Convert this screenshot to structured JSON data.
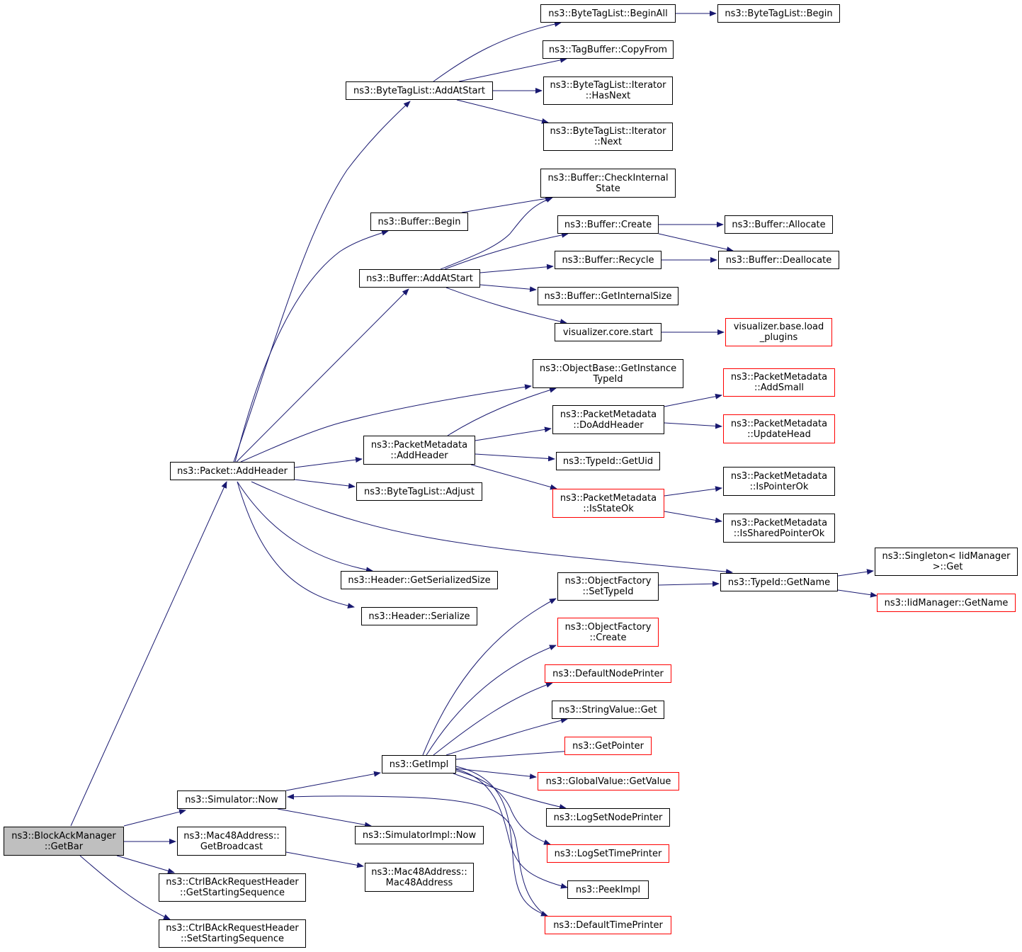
{
  "colors": {
    "edge": "#191970",
    "border": "#000000",
    "border_incomplete": "#ff0000",
    "current_fill": "#bfbfbf"
  },
  "nodes": {
    "n1": {
      "label": "ns3::BlockAckManager\n::GetBar"
    },
    "n2": {
      "label": "ns3::Packet::AddHeader"
    },
    "n3": {
      "label": "ns3::Simulator::Now"
    },
    "n4": {
      "label": "ns3::Mac48Address::\nGetBroadcast"
    },
    "n5": {
      "label": "ns3::CtrlBAckRequestHeader\n::GetStartingSequence"
    },
    "n6": {
      "label": "ns3::CtrlBAckRequestHeader\n::SetStartingSequence"
    },
    "n7": {
      "label": "ns3::ByteTagList::AddAtStart"
    },
    "n8": {
      "label": "ns3::Buffer::Begin"
    },
    "n9": {
      "label": "ns3::Buffer::AddAtStart"
    },
    "n10": {
      "label": "ns3::PacketMetadata\n::AddHeader"
    },
    "n11": {
      "label": "ns3::ByteTagList::Adjust"
    },
    "n12": {
      "label": "ns3::Header::GetSerializedSize"
    },
    "n13": {
      "label": "ns3::Header::Serialize"
    },
    "n14": {
      "label": "ns3::GetImpl"
    },
    "n15": {
      "label": "ns3::SimulatorImpl::Now"
    },
    "n16": {
      "label": "ns3::Mac48Address::\nMac48Address"
    },
    "n17": {
      "label": "ns3::ByteTagList::BeginAll"
    },
    "n18": {
      "label": "ns3::TagBuffer::CopyFrom"
    },
    "n19": {
      "label": "ns3::ByteTagList::Iterator\n::HasNext"
    },
    "n20": {
      "label": "ns3::ByteTagList::Iterator\n::Next"
    },
    "n21": {
      "label": "ns3::Buffer::CheckInternal\nState"
    },
    "n22": {
      "label": "ns3::Buffer::Create"
    },
    "n23": {
      "label": "ns3::Buffer::Recycle"
    },
    "n24": {
      "label": "ns3::Buffer::GetInternalSize"
    },
    "n25": {
      "label": "visualizer.core.start"
    },
    "n26": {
      "label": "ns3::ObjectBase::GetInstance\nTypeId"
    },
    "n27": {
      "label": "ns3::PacketMetadata\n::DoAddHeader"
    },
    "n28": {
      "label": "ns3::TypeId::GetUid"
    },
    "n29": {
      "label": "ns3::PacketMetadata\n::IsStateOk"
    },
    "n30": {
      "label": "ns3::TypeId::GetName"
    },
    "n31": {
      "label": "ns3::ObjectFactory\n::SetTypeId"
    },
    "n32": {
      "label": "ns3::ObjectFactory\n::Create"
    },
    "n33": {
      "label": "ns3::DefaultNodePrinter"
    },
    "n34": {
      "label": "ns3::StringValue::Get"
    },
    "n35": {
      "label": "ns3::GetPointer"
    },
    "n36": {
      "label": "ns3::GlobalValue::GetValue"
    },
    "n37": {
      "label": "ns3::LogSetNodePrinter"
    },
    "n38": {
      "label": "ns3::LogSetTimePrinter"
    },
    "n39": {
      "label": "ns3::PeekImpl"
    },
    "n40": {
      "label": "ns3::DefaultTimePrinter"
    },
    "n41": {
      "label": "ns3::ByteTagList::Begin"
    },
    "n42": {
      "label": "ns3::Buffer::Allocate"
    },
    "n43": {
      "label": "ns3::Buffer::Deallocate"
    },
    "n44": {
      "label": "visualizer.base.load\n_plugins"
    },
    "n45": {
      "label": "ns3::PacketMetadata\n::AddSmall"
    },
    "n46": {
      "label": "ns3::PacketMetadata\n::UpdateHead"
    },
    "n47": {
      "label": "ns3::PacketMetadata\n::IsPointerOk"
    },
    "n48": {
      "label": "ns3::PacketMetadata\n::IsSharedPointerOk"
    },
    "n49": {
      "label": "ns3::Singleton< IidManager\n >::Get"
    },
    "n50": {
      "label": "ns3::IidManager::GetName"
    }
  }
}
